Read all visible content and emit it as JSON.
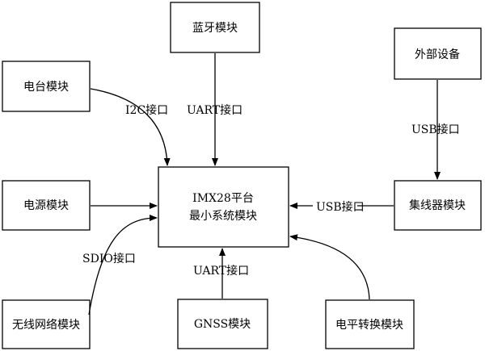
{
  "nodes": {
    "center": {
      "lines": [
        "IMX28平台",
        "最小系统模块"
      ]
    },
    "bluetooth": {
      "lines": [
        "蓝牙模块"
      ]
    },
    "radio": {
      "lines": [
        "电台模块"
      ]
    },
    "external": {
      "lines": [
        "外部设备"
      ]
    },
    "power": {
      "lines": [
        "电源模块"
      ]
    },
    "hub": {
      "lines": [
        "集线器模块"
      ]
    },
    "wireless": {
      "lines": [
        "无线网络模块"
      ]
    },
    "gnss": {
      "lines": [
        "GNSS模块"
      ]
    },
    "level": {
      "lines": [
        "电平转换模块"
      ]
    }
  },
  "edges": [
    {
      "id": "radio-center",
      "label": "I2C接口"
    },
    {
      "id": "bluetooth-center",
      "label": "UART接口"
    },
    {
      "id": "external-hub",
      "label": "USB接口"
    },
    {
      "id": "power-center",
      "label": ""
    },
    {
      "id": "hub-center",
      "label": "USB接口"
    },
    {
      "id": "wireless-center",
      "label": "SDIO接口"
    },
    {
      "id": "gnss-center",
      "label": "UART接口"
    },
    {
      "id": "level-center",
      "label": ""
    }
  ]
}
